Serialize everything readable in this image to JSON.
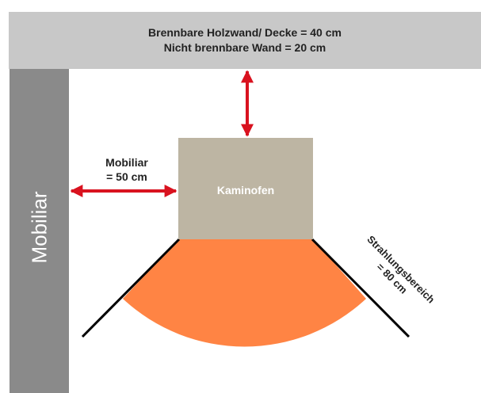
{
  "top_wall": {
    "line1": "Brennbare Holzwand/ Decke = 40 cm",
    "line2": "Nicht brennbare Wand = 20 cm"
  },
  "side_wall": {
    "label": "Mobiliar"
  },
  "stove": {
    "label": "Kaminofen"
  },
  "furniture_distance": {
    "line1": "Mobiliar",
    "line2": "= 50 cm"
  },
  "radiation_zone": {
    "line1": "Strahlungsbereich",
    "line2": "= 80 cm"
  },
  "colors": {
    "arrow": "#d9121f",
    "radiation": "#ff8444",
    "stove": "#bdb5a3",
    "top_wall": "#c8c8c8",
    "side_wall": "#8a8a8a"
  }
}
